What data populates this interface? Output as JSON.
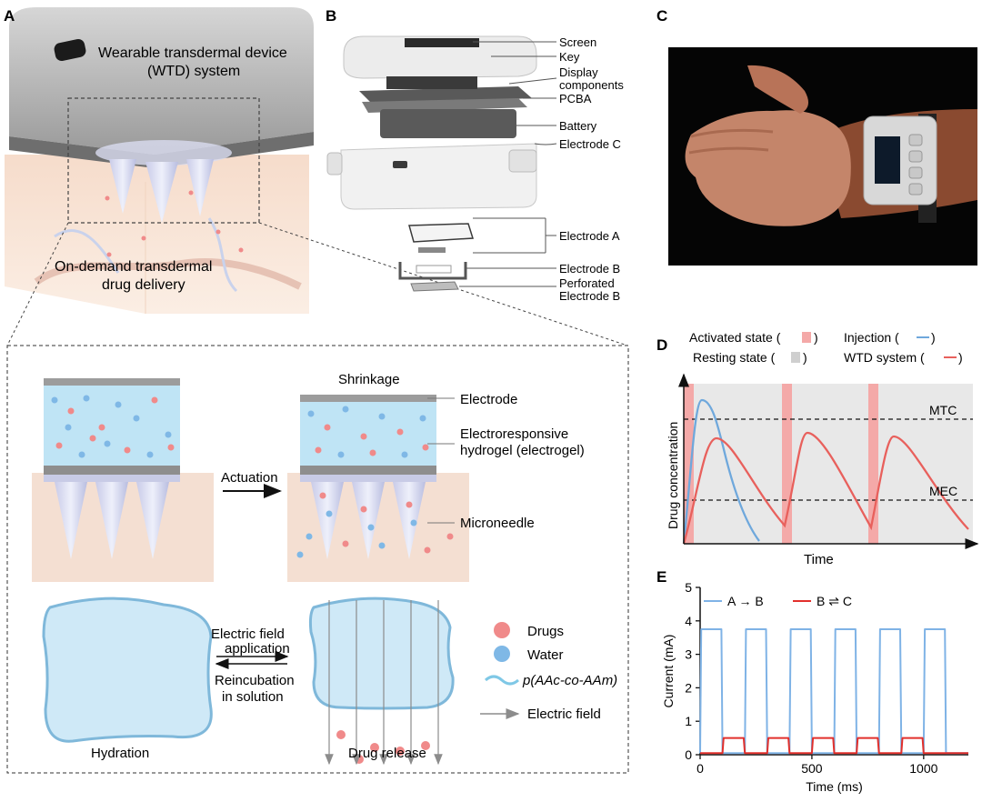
{
  "panels": {
    "a": {
      "letter": "A",
      "device_title_line1": "Wearable transdermal device",
      "device_title_line2": "(WTD) system",
      "delivery_line1": "On-demand transdermal",
      "delivery_line2": "drug delivery"
    },
    "b": {
      "letter": "B",
      "callouts": [
        "Screen",
        "Key",
        "Display",
        "components",
        "PCBA",
        "Battery",
        "Electrode C",
        "Electrode A",
        "Electrode B",
        "Perforated",
        "Electrode B"
      ]
    },
    "c": {
      "letter": "C"
    },
    "inset": {
      "shrinkage": "Shrinkage",
      "electrode": "Electrode",
      "hydrogel_line1": "Electroresponsive",
      "hydrogel_line2": "hydrogel (electrogel)",
      "actuation": "Actuation",
      "microneedle": "Microneedle",
      "field_app_line1": "Electric field",
      "field_app_line2": "application",
      "reincubation_line1": "Reincubation",
      "reincubation_line2": "in solution",
      "hydration": "Hydration",
      "drug_release": "Drug release",
      "legend_drugs": "Drugs",
      "legend_water": "Water",
      "legend_polymer": "p(AAc-co-AAm)",
      "legend_field": "Electric field"
    },
    "d": {
      "letter": "D",
      "legend_activated": "Activated state (",
      "legend_resting": "Resting state (",
      "legend_injection": "Injection (",
      "legend_wtd": "WTD system (",
      "close_paren": ")",
      "mtc": "MTC",
      "mec": "MEC",
      "ylabel": "Drug concentration",
      "xlabel": "Time"
    },
    "e": {
      "letter": "E"
    }
  },
  "colors": {
    "activated": "#f4a9a8",
    "resting": "#d9d9d9",
    "injection": "#6fa8dc",
    "wtd": "#e8605c",
    "series_ab": "#7fb3e6",
    "series_bc": "#e2302c",
    "drug": "#f08a8a",
    "water": "#7fb8e6"
  },
  "chart_data": {
    "type": "line",
    "title": "",
    "xlabel": "Time (ms)",
    "ylabel": "Current (mA)",
    "xlim": [
      0,
      1200
    ],
    "ylim": [
      0,
      5
    ],
    "xticks": [
      0,
      500,
      1000
    ],
    "yticks": [
      0,
      1,
      2,
      3,
      4,
      5
    ],
    "series": [
      {
        "name": "A → B",
        "color": "#7fb3e6",
        "x": [
          0,
          5,
          95,
          100,
          200,
          205,
          295,
          300,
          400,
          405,
          495,
          500,
          600,
          605,
          695,
          700,
          800,
          805,
          895,
          900,
          1000,
          1005,
          1095,
          1100,
          1200
        ],
        "y": [
          0.05,
          3.75,
          3.75,
          0.05,
          0.05,
          3.75,
          3.75,
          0.05,
          0.05,
          3.75,
          3.75,
          0.05,
          0.05,
          3.75,
          3.75,
          0.05,
          0.05,
          3.75,
          3.75,
          0.05,
          0.05,
          3.75,
          3.75,
          0.05,
          0.05
        ]
      },
      {
        "name": "B ⇌ C",
        "color": "#e2302c",
        "x": [
          0,
          100,
          105,
          195,
          200,
          300,
          305,
          395,
          400,
          500,
          505,
          595,
          600,
          700,
          705,
          795,
          800,
          900,
          905,
          995,
          1000,
          1200
        ],
        "y": [
          0.05,
          0.05,
          0.5,
          0.5,
          0.05,
          0.05,
          0.5,
          0.5,
          0.05,
          0.05,
          0.5,
          0.5,
          0.05,
          0.05,
          0.5,
          0.5,
          0.05,
          0.05,
          0.5,
          0.5,
          0.05,
          0.05
        ]
      }
    ],
    "legend_position": "top"
  }
}
